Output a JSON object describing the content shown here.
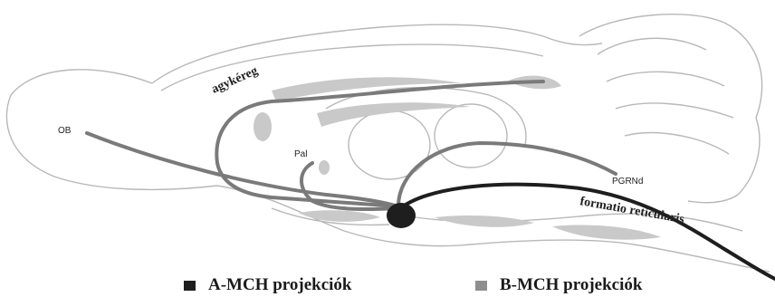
{
  "labels": {
    "ob": "OB",
    "cortex": "agykéreg",
    "pal": "Pal",
    "pgrnd": "PGRNd",
    "reticular": "formatio reticularis"
  },
  "legend": {
    "a": {
      "label": "A-MCH projekciók",
      "color": "#1e1e1e"
    },
    "b": {
      "label": "B-MCH projekciók",
      "color": "#8e8e8e"
    }
  },
  "colors": {
    "outline": "#b8b8b8",
    "fill_light": "#c9c9c9",
    "a_projection": "#1e1e1e",
    "b_projection": "#7a7a7a"
  }
}
